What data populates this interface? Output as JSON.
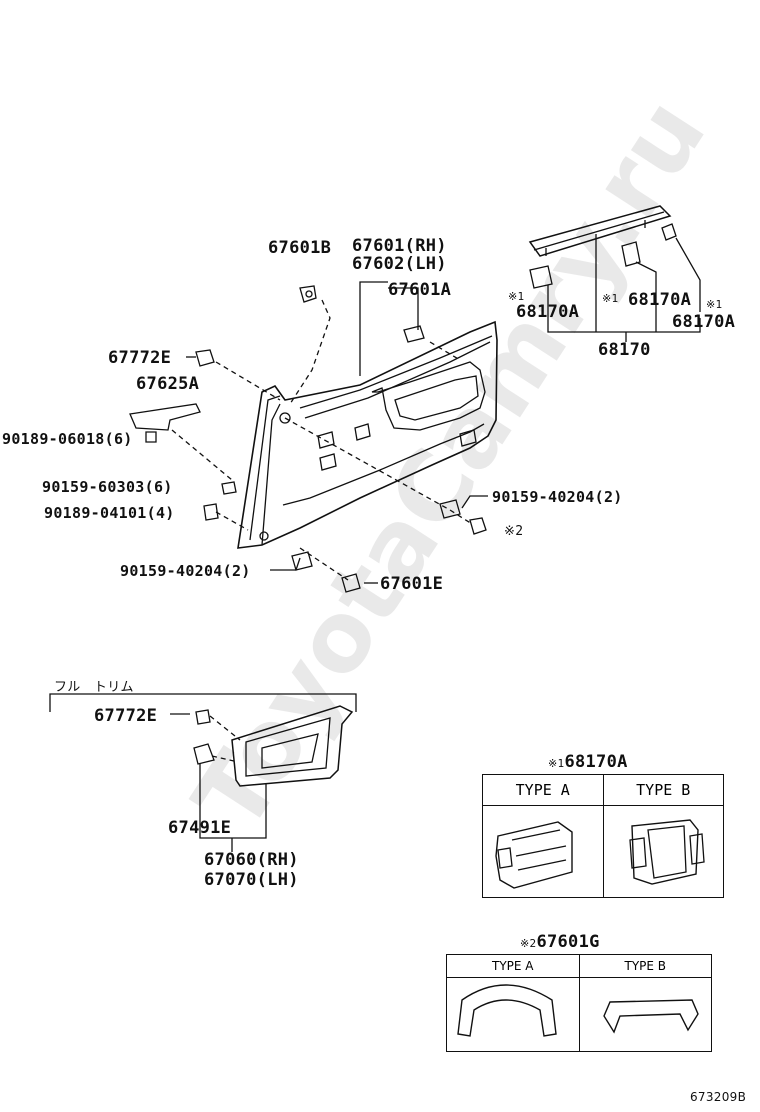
{
  "watermark": "ToyotaCamry.ru",
  "callouts": {
    "c67601B": "67601B",
    "c67601_rh": "67601(RH)",
    "c67602_lh": "67602(LH)",
    "c67601A": "67601A",
    "c67772E_top": "67772E",
    "c67625A": "67625A",
    "c90189_06018": "90189-06018(6)",
    "c90159_60303": "90159-60303(6)",
    "c90189_04101": "90189-04101(4)",
    "c90159_40204_right": "90159-40204(2)",
    "c90159_40204_bottom": "90159-40204(2)",
    "c67601E": "67601E",
    "note2_mark": "※2",
    "c68170A_left": "68170A",
    "c68170A_mid": "68170A",
    "c68170A_right": "68170A",
    "c68170": "68170",
    "note1_mark_left": "※1",
    "note1_mark_mid": "※1",
    "note1_mark_right": "※1"
  },
  "full_trim": {
    "title": "フル　トリム",
    "c67772E": "67772E",
    "c67491E": "67491E",
    "c67060_rh": "67060(RH)",
    "c67070_lh": "67070(LH)"
  },
  "table1": {
    "title_mark": "※1",
    "title": "68170A",
    "type_a": "TYPE A",
    "type_b": "TYPE B"
  },
  "table2": {
    "title_mark": "※2",
    "title": "67601G",
    "type_a": "TYPE A",
    "type_b": "TYPE B"
  },
  "diagram_code": "673209B"
}
